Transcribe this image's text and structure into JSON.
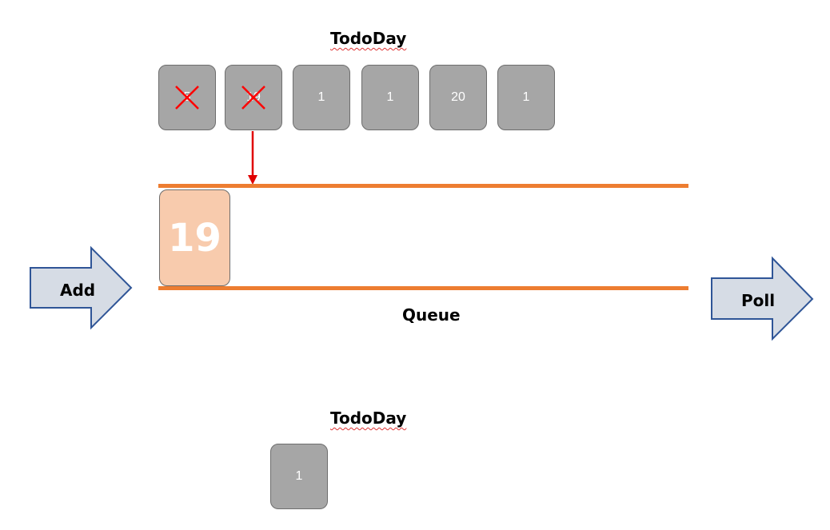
{
  "top_section": {
    "title": "TodoDay",
    "cells": [
      {
        "value": "5",
        "crossed": true
      },
      {
        "value": "19",
        "crossed": true
      },
      {
        "value": "1",
        "crossed": false
      },
      {
        "value": "1",
        "crossed": false
      },
      {
        "value": "20",
        "crossed": false
      },
      {
        "value": "1",
        "crossed": false
      }
    ]
  },
  "queue": {
    "label": "Queue",
    "item": "19"
  },
  "arrows": {
    "add_label": "Add",
    "poll_label": "Poll"
  },
  "bottom_section": {
    "title": "TodoDay",
    "cells": [
      {
        "value": "1"
      }
    ]
  },
  "colors": {
    "cell_fill": "#a6a6a6",
    "queue_line": "#ed7d31",
    "queue_item_fill": "#f8cbad",
    "arrow_fill": "#d6dce5",
    "arrow_stroke": "#2f5597",
    "cross": "#ff0000"
  }
}
